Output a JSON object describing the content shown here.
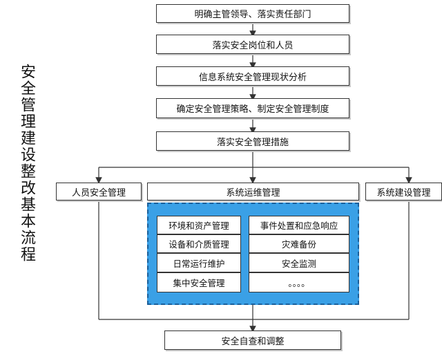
{
  "side_title": "安全管理建设整改基本流程",
  "steps": [
    "明确主管领导、落实责任部门",
    "落实安全岗位和人员",
    "信息系统安全管理现状分析",
    "确定安全管理策略、制定安全管理制度",
    "落实安全管理措施"
  ],
  "branches": {
    "personnel": "人员安全管理",
    "operations": "系统运维管理",
    "construction": "系统建设管理"
  },
  "operations_left": [
    "环境和资产管理",
    "设备和介质管理",
    "日常运行维护",
    "集中安全管理"
  ],
  "operations_right": [
    "事件处置和应急响应",
    "灾难备份",
    "安全监测",
    "。。。。"
  ],
  "final_step": "安全自查和调整",
  "colors": {
    "panel_fill": "#3aa0e6",
    "line": "#333333"
  }
}
